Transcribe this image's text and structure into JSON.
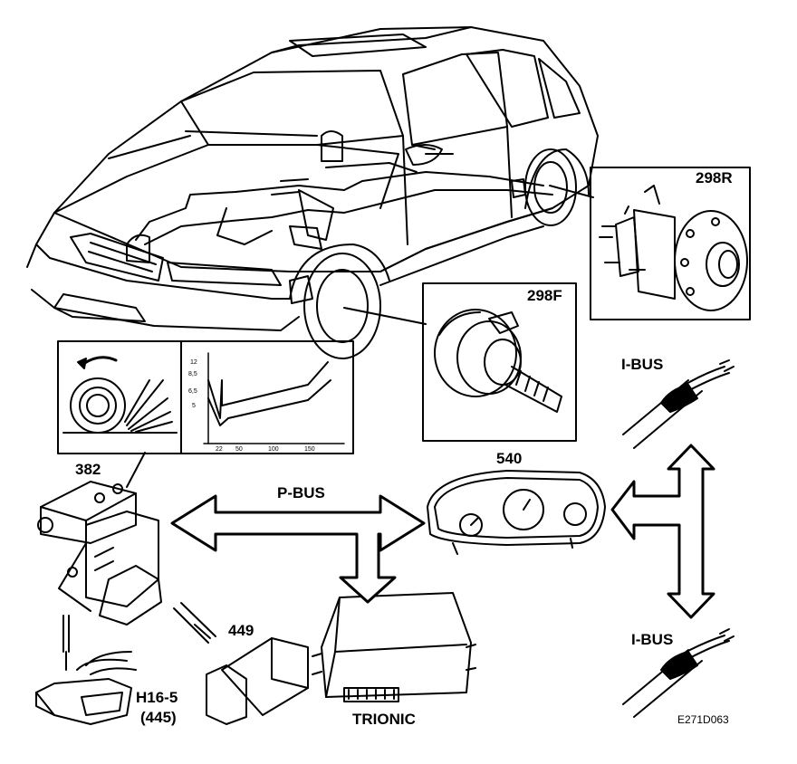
{
  "labels": {
    "rear_hub": "298R",
    "front_hub": "298F",
    "abs_unit": "382",
    "instrument_cluster": "540",
    "switch": "449",
    "connector": "H16-5",
    "connector_sub": "(445)",
    "ecu": "TRIONIC",
    "pbus": "P-BUS",
    "ibus_top": "I-BUS",
    "ibus_bottom": "I-BUS",
    "ref": "E271D063"
  },
  "graph": {
    "y_ticks": [
      "12",
      "8,5",
      "6,5",
      "5"
    ],
    "x_ticks": [
      "22",
      "50",
      "100",
      "150"
    ]
  },
  "colors": {
    "line": "#000000",
    "background": "#ffffff"
  }
}
